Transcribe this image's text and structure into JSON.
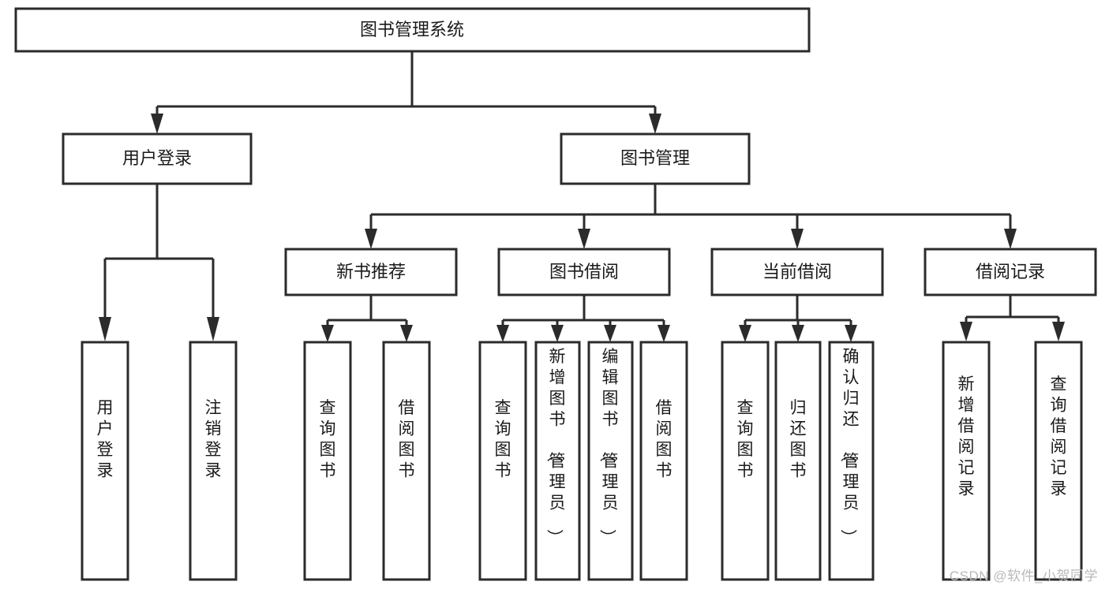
{
  "diagram": {
    "title": "图书管理系统",
    "type": "tree",
    "root": {
      "id": "root",
      "label": "图书管理系统",
      "orientation": "horizontal"
    },
    "level1": [
      {
        "id": "user-login",
        "label": "用户登录",
        "orientation": "horizontal"
      },
      {
        "id": "book-manage",
        "label": "图书管理",
        "orientation": "horizontal"
      }
    ],
    "level2": [
      {
        "id": "new-book-recommend",
        "label": "新书推荐",
        "parent": "book-manage",
        "orientation": "horizontal"
      },
      {
        "id": "book-borrow",
        "label": "图书借阅",
        "parent": "book-manage",
        "orientation": "horizontal"
      },
      {
        "id": "current-borrow",
        "label": "当前借阅",
        "parent": "book-manage",
        "orientation": "horizontal"
      },
      {
        "id": "borrow-record",
        "label": "借阅记录",
        "parent": "book-manage",
        "orientation": "horizontal"
      }
    ],
    "leaves": [
      {
        "id": "leaf-user-login",
        "label": "用户登录",
        "parent": "user-login",
        "orientation": "vertical"
      },
      {
        "id": "leaf-logout-login",
        "label": "注销登录",
        "parent": "user-login",
        "orientation": "vertical"
      },
      {
        "id": "leaf-query-book-1",
        "label": "查询图书",
        "parent": "new-book-recommend",
        "orientation": "vertical"
      },
      {
        "id": "leaf-borrow-book-1",
        "label": "借阅图书",
        "parent": "new-book-recommend",
        "orientation": "vertical"
      },
      {
        "id": "leaf-query-book-2",
        "label": "查询图书",
        "parent": "book-borrow",
        "orientation": "vertical"
      },
      {
        "id": "leaf-add-book-admin",
        "label": "新增图书（管理员）",
        "parent": "book-borrow",
        "orientation": "vertical"
      },
      {
        "id": "leaf-edit-book-admin",
        "label": "编辑图书（管理员）",
        "parent": "book-borrow",
        "orientation": "vertical"
      },
      {
        "id": "leaf-borrow-book-2",
        "label": "借阅图书",
        "parent": "book-borrow",
        "orientation": "vertical"
      },
      {
        "id": "leaf-query-book-3",
        "label": "查询图书",
        "parent": "current-borrow",
        "orientation": "vertical"
      },
      {
        "id": "leaf-return-book",
        "label": "归还图书",
        "parent": "current-borrow",
        "orientation": "vertical"
      },
      {
        "id": "leaf-confirm-return-admin",
        "label": "确认归还（管理员）",
        "parent": "current-borrow",
        "orientation": "vertical"
      },
      {
        "id": "leaf-add-borrow-record",
        "label": "新增借阅记录",
        "parent": "borrow-record",
        "orientation": "vertical"
      },
      {
        "id": "leaf-query-borrow-record",
        "label": "查询借阅记录",
        "parent": "borrow-record",
        "orientation": "vertical"
      }
    ],
    "colors": {
      "stroke": "#2b2b2b",
      "fill": "#ffffff",
      "text": "#1a1a1a",
      "background": "#ffffff",
      "watermark": "#b9b9b9"
    }
  },
  "watermark": {
    "text": "CSDN @软件_小贺同学"
  }
}
